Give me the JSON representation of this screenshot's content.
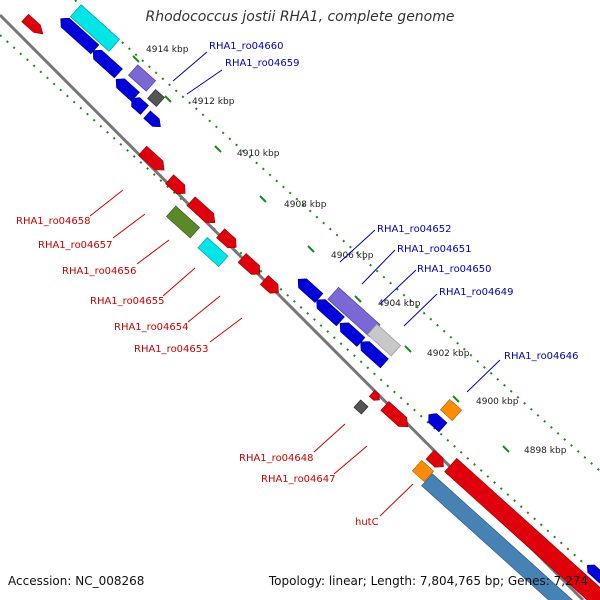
{
  "title": "Rhodococcus jostii RHA1, complete genome",
  "footer": {
    "accession": "Accession: NC_008268",
    "summary": "Topology: linear; Length: 7,804,765 bp; Genes: 7,274"
  },
  "ruler_ticks": [
    "4914 kbp",
    "4912 kbp",
    "4910 kbp",
    "4908 kbp",
    "4906 kbp",
    "4904 kbp",
    "4902 kbp",
    "4900 kbp",
    "4898 kbp"
  ],
  "gene_labels": {
    "ro04660": "RHA1_ro04660",
    "ro04659": "RHA1_ro04659",
    "ro04658": "RHA1_ro04658",
    "ro04657": "RHA1_ro04657",
    "ro04656": "RHA1_ro04656",
    "ro04655": "RHA1_ro04655",
    "ro04654": "RHA1_ro04654",
    "ro04653": "RHA1_ro04653",
    "ro04652": "RHA1_ro04652",
    "ro04651": "RHA1_ro04651",
    "ro04650": "RHA1_ro04650",
    "ro04649": "RHA1_ro04649",
    "ro04646": "RHA1_ro04646",
    "ro04648": "RHA1_ro04648",
    "ro04647": "RHA1_ro04647",
    "hutC": "hutC"
  },
  "colors": {
    "backbone": "#707070",
    "forward": "#e0000c",
    "reverse": "#0000dd",
    "cyan": "#00e5e5",
    "purple": "#7b68d6",
    "olive": "#5a8a28",
    "orange": "#ff8c00",
    "gray": "#555555",
    "steelblue": "#4682b4",
    "dots": "#1a8a1a",
    "label_forward": "#cc0000",
    "label_reverse": "#0000bb"
  }
}
